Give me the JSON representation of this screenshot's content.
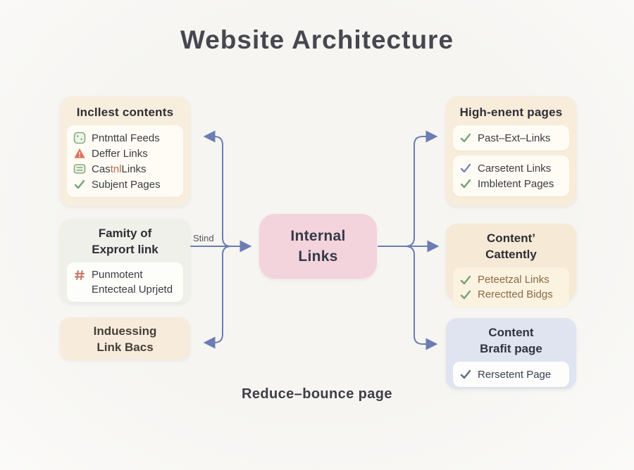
{
  "title": "Website Architecture",
  "footer": "Reduce–bounce page",
  "arrow_label": "Stind",
  "colors": {
    "arrow": "#6b7db3",
    "center_box": "#f3d3dc",
    "peach_box": "#f8eede",
    "sage_box": "#eef0e9",
    "blue_box": "#dfe4f0",
    "warning_red": "#e36e5e",
    "icon_green": "#86ab80",
    "check_green": "#74a374",
    "check_blue": "#7489ba",
    "check_gray": "#5d6b80",
    "hash_rust": "#c47a68",
    "brown_text": "#8a6b47"
  },
  "center": {
    "line1": "Internal",
    "line2": "Links"
  },
  "boxes": {
    "top_left": {
      "title": "Incllest contents",
      "items": [
        {
          "icon": "feed-icon",
          "text": "Pntnttal Feeds"
        },
        {
          "icon": "warning-icon",
          "text": "Deffer Links"
        },
        {
          "icon": "list-icon",
          "parts": [
            "Cas",
            "tnl",
            "Links"
          ]
        },
        {
          "icon": "check-icon",
          "text": "Subjent Pages"
        }
      ]
    },
    "mid_left": {
      "title_line1": "Famity of",
      "title_line2": "Exprort link",
      "item_line1": "Punmotent",
      "item_line2": "Entecteal Uprjetd"
    },
    "bottom_left": {
      "line1": "Induessing",
      "line2": "Link Bacs"
    },
    "top_right": {
      "title": "High-enent pages",
      "panel1_item": "Past–Ext–Links",
      "panel2_item1": "Carsetent Links",
      "panel2_item2": "Imbletent Pages"
    },
    "mid_right": {
      "title_line1": "Content’",
      "title_line2": "Cattently",
      "item1": "Peteetzal Links",
      "item2": "Rerectted Bidgs"
    },
    "bottom_right": {
      "title_line1": "Content",
      "title_line2": "Brafit page",
      "item": "Rersetent Page"
    }
  }
}
